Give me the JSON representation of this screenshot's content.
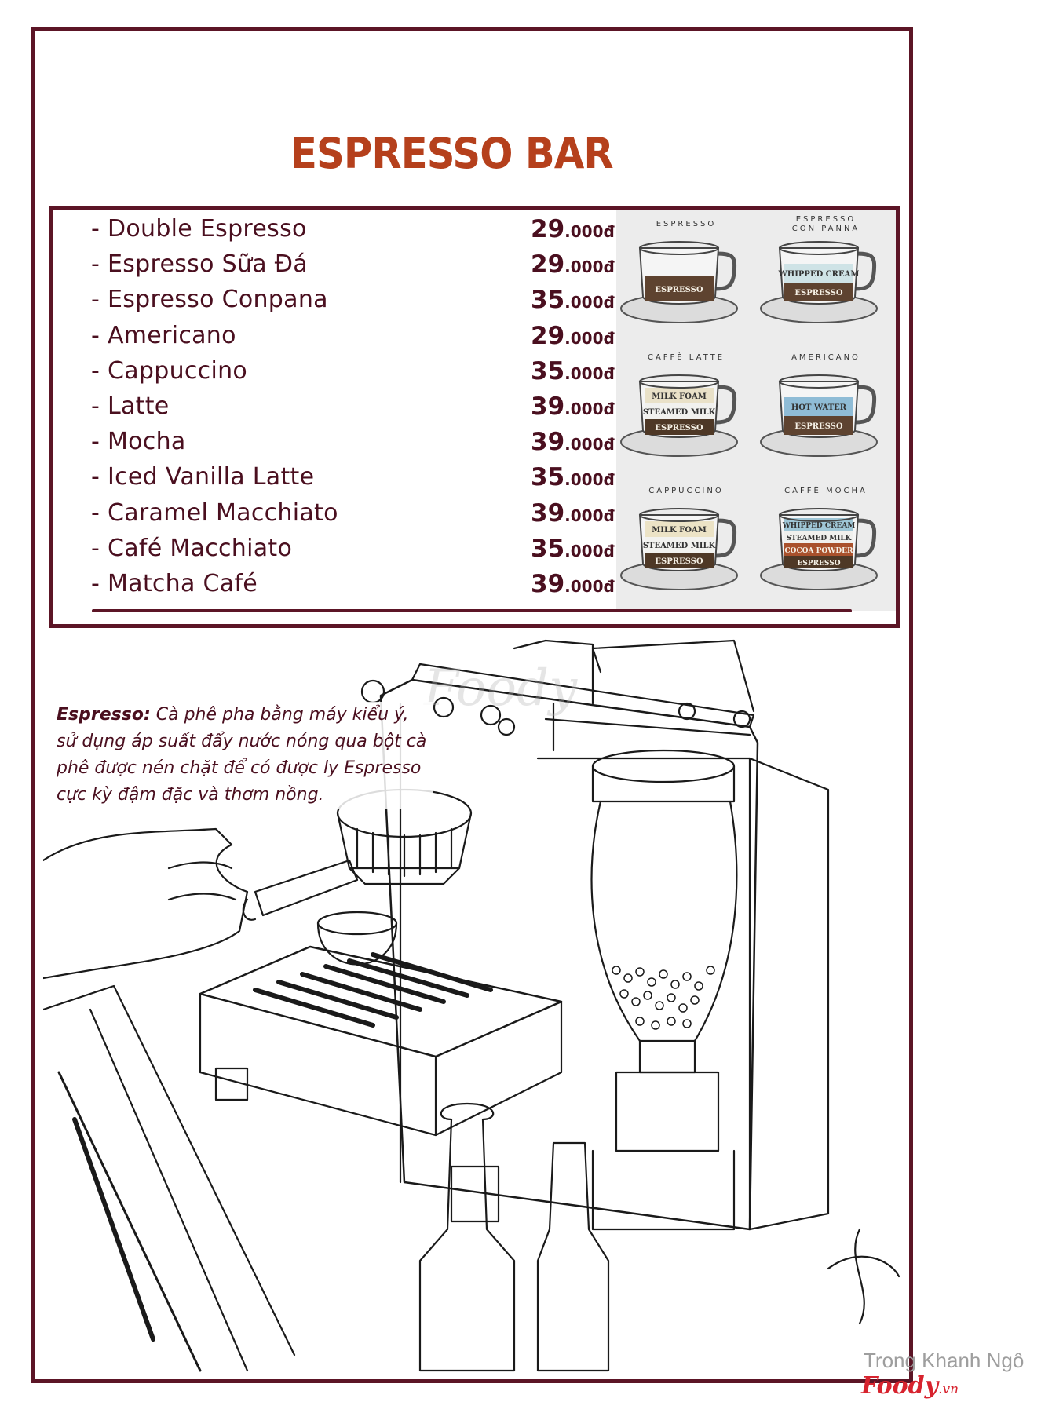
{
  "page": {
    "title": "ESPRESSO BAR",
    "accent_color": "#b5401c",
    "frame_color": "#5c1526",
    "text_color": "#4a0f1f"
  },
  "menu": {
    "items": [
      {
        "name": "- Double Espresso",
        "price_main": "29",
        "price_suffix": ".000đ"
      },
      {
        "name": "- Espresso Sữa Đá",
        "price_main": "29",
        "price_suffix": ".000đ"
      },
      {
        "name": "- Espresso Conpana",
        "price_main": "35",
        "price_suffix": ".000đ"
      },
      {
        "name": "- Americano",
        "price_main": "29",
        "price_suffix": ".000đ"
      },
      {
        "name": "- Cappuccino",
        "price_main": "35",
        "price_suffix": ".000đ"
      },
      {
        "name": "- Latte",
        "price_main": "39",
        "price_suffix": ".000đ"
      },
      {
        "name": "- Mocha",
        "price_main": "39",
        "price_suffix": ".000đ"
      },
      {
        "name": "- Iced Vanilla Latte",
        "price_main": "35",
        "price_suffix": ".000đ"
      },
      {
        "name": "- Caramel Macchiato",
        "price_main": "39",
        "price_suffix": ".000đ"
      },
      {
        "name": "- Café Macchiato",
        "price_main": "35",
        "price_suffix": ".000đ"
      },
      {
        "name": "- Matcha Café",
        "price_main": "39",
        "price_suffix": ".000đ"
      }
    ]
  },
  "cups": [
    {
      "title": "ESPRESSO",
      "layers": [
        {
          "label": "ESPRESSO",
          "color": "#5e4330"
        }
      ]
    },
    {
      "title": "ESPRESSO CON PANNA",
      "layers": [
        {
          "label": "WHIPPED CREAM",
          "color": "#cfe3e6"
        },
        {
          "label": "ESPRESSO",
          "color": "#5e4330"
        }
      ]
    },
    {
      "title": "CAFFÈ LATTE",
      "layers": [
        {
          "label": "MILK FOAM",
          "color": "#e9e1c8"
        },
        {
          "label": "STEAMED MILK",
          "color": "#f1f1ee"
        },
        {
          "label": "ESPRESSO",
          "color": "#4e3826"
        }
      ]
    },
    {
      "title": "AMERICANO",
      "layers": [
        {
          "label": "HOT WATER",
          "color": "#8fbcd6"
        },
        {
          "label": "ESPRESSO",
          "color": "#5e4330"
        }
      ]
    },
    {
      "title": "CAPPUCCINO",
      "layers": [
        {
          "label": "MILK FOAM",
          "color": "#ece3c6"
        },
        {
          "label": "STEAMED MILK",
          "color": "#f2f2ef"
        },
        {
          "label": "ESPRESSO",
          "color": "#4e3826"
        }
      ]
    },
    {
      "title": "CAFFÈ MOCHA",
      "layers": [
        {
          "label": "WHIPPED CREAM",
          "color": "#9fc6d6"
        },
        {
          "label": "STEAMED MILK",
          "color": "#f0f0ed"
        },
        {
          "label": "COCOA POWDER",
          "color": "#a9512c"
        },
        {
          "label": "ESPRESSO",
          "color": "#4e3826"
        }
      ]
    }
  ],
  "description": {
    "term": "Espresso:",
    "lines": [
      "Cà phê pha bằng máy kiểu ý,",
      "sử dụng áp suất đẩy nước nóng qua bột cà",
      "phê được nén chặt để có được ly Espresso",
      "cực kỳ đậm đặc và thơm nồng."
    ]
  },
  "watermark": {
    "author": "Trong Khanh Ngô",
    "brand": "Foody",
    "brand_suffix": ".vn",
    "center_mark": "Foody"
  }
}
